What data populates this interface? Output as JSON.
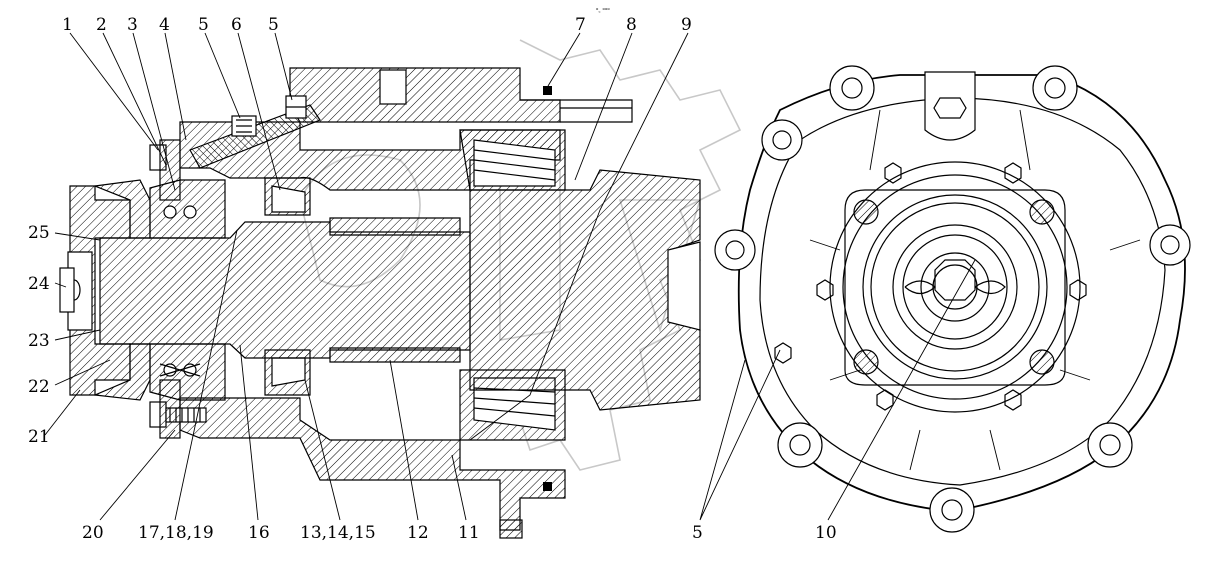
{
  "stamp_text": "ᵒ꜀ ᵒᵒᵒ",
  "callouts": {
    "c1": "1",
    "c2": "2",
    "c3": "3",
    "c4": "4",
    "c5a": "5",
    "c6": "6",
    "c5b": "5",
    "c7": "7",
    "c8": "8",
    "c9": "9",
    "c25": "25",
    "c24": "24",
    "c23": "23",
    "c22": "22",
    "c21": "21",
    "c20": "20",
    "c17_19": "17,18,19",
    "c16": "16",
    "c13_15": "13,14,15",
    "c12": "12",
    "c11": "11",
    "c5c": "5",
    "c10": "10"
  }
}
